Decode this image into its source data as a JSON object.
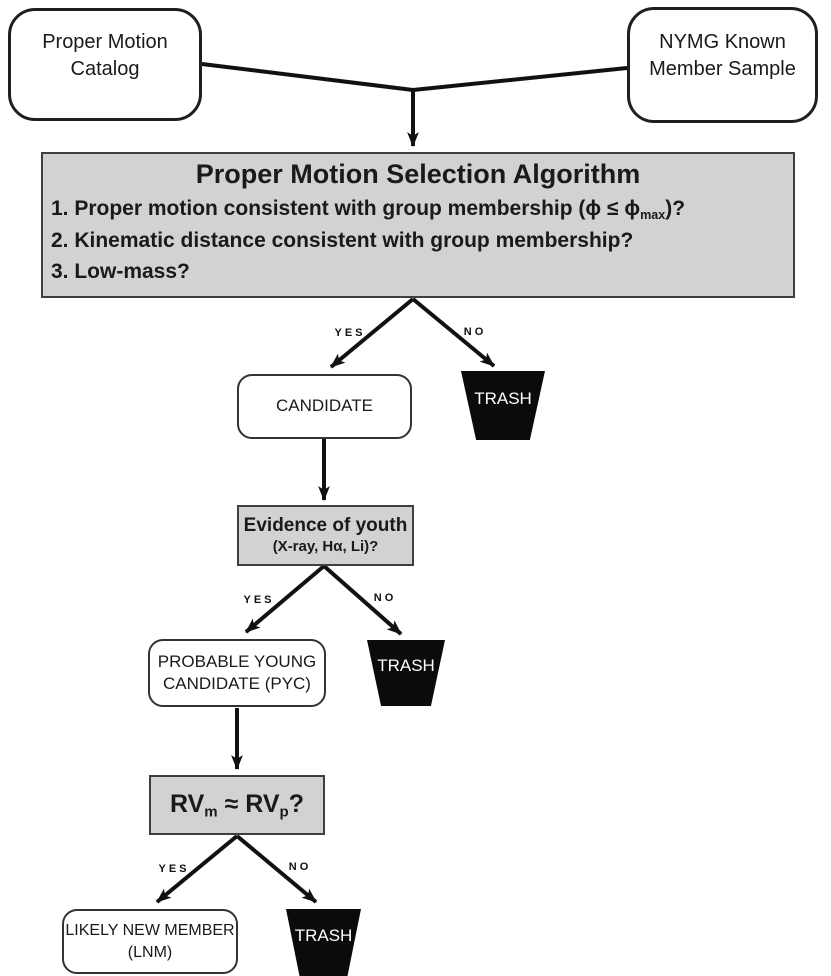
{
  "nodes": {
    "pm_catalog": {
      "line1": "Proper Motion",
      "line2": "Catalog"
    },
    "nymg_sample": {
      "line1": "NYMG Known",
      "line2": "Member Sample"
    },
    "algorithm": {
      "title": "Proper Motion Selection Algorithm",
      "item1_prefix": "1. Proper motion consistent with group membership (ϕ ≤ ϕ",
      "item1_sub": "max",
      "item1_suffix": ")?",
      "item2": "2. Kinematic distance consistent with group membership?",
      "item3": "3. Low-mass?"
    },
    "candidate": {
      "label": "CANDIDATE"
    },
    "evidence": {
      "line1": "Evidence of youth",
      "line2": "(X-ray, Hα, Li)?"
    },
    "pyc": {
      "line1": "PROBABLE YOUNG",
      "line2": "CANDIDATE (PYC)"
    },
    "rv": {
      "part1": "RV",
      "sub1": "m",
      "part2": " ≈ RV",
      "sub2": "p",
      "part3": "?"
    },
    "lnm": {
      "line1": "LIKELY NEW MEMBER",
      "line2": "(LNM)"
    },
    "trash": {
      "label": "TRASH"
    }
  },
  "branch_labels": {
    "yes": "YES",
    "no": "NO"
  },
  "colors": {
    "gray_fill": "#d2d2d2",
    "gray_border": "#3f3f3f",
    "box_border": "#1f1f1f",
    "trash_fill": "#0b0b0b",
    "arrow": "#111111",
    "background": "#ffffff"
  }
}
